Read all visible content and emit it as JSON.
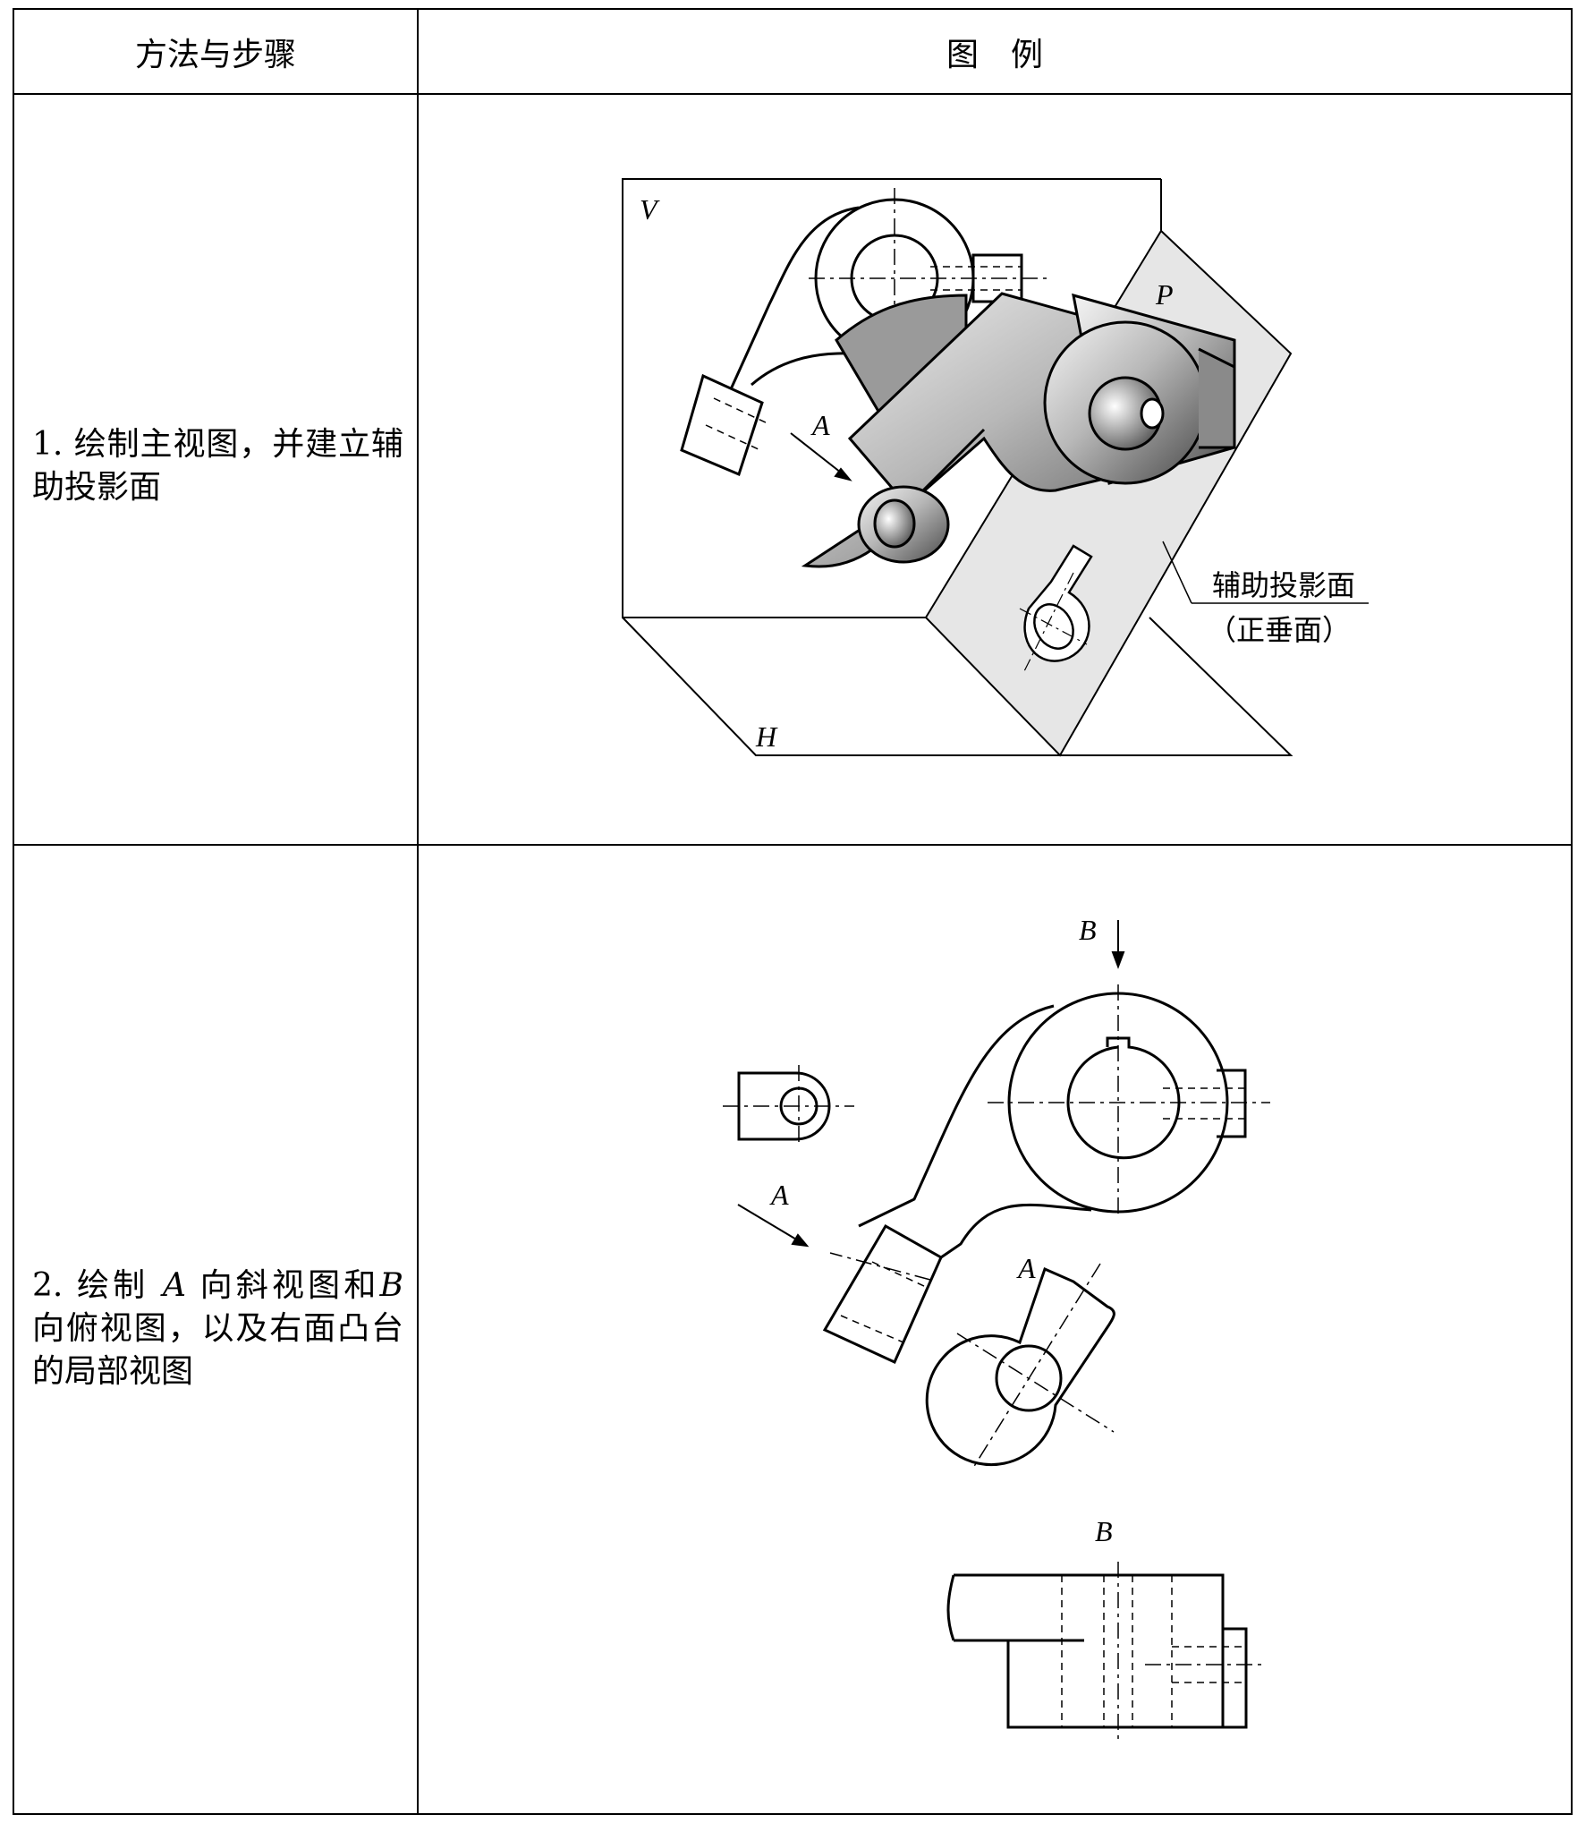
{
  "header": {
    "col1": "方法与步骤",
    "col2": "图　例"
  },
  "rows": [
    {
      "step_text": "1. 绘制主视图，并建立辅助投影面",
      "labels": {
        "V": "V",
        "P": "P",
        "H": "H",
        "A": "A",
        "aux_plane": "辅助投影面",
        "aux_plane_note": "（正垂面）"
      }
    },
    {
      "step_pre": "2. 绘制 ",
      "step_a": "A",
      "step_mid": " 向斜视图和",
      "step_b": "B",
      "step_post": " 向俯视图，以及右面凸台的局部视图",
      "labels": {
        "B_arrow": "B",
        "A_arrow": "A",
        "A_view": "A",
        "B_view": "B"
      }
    }
  ]
}
